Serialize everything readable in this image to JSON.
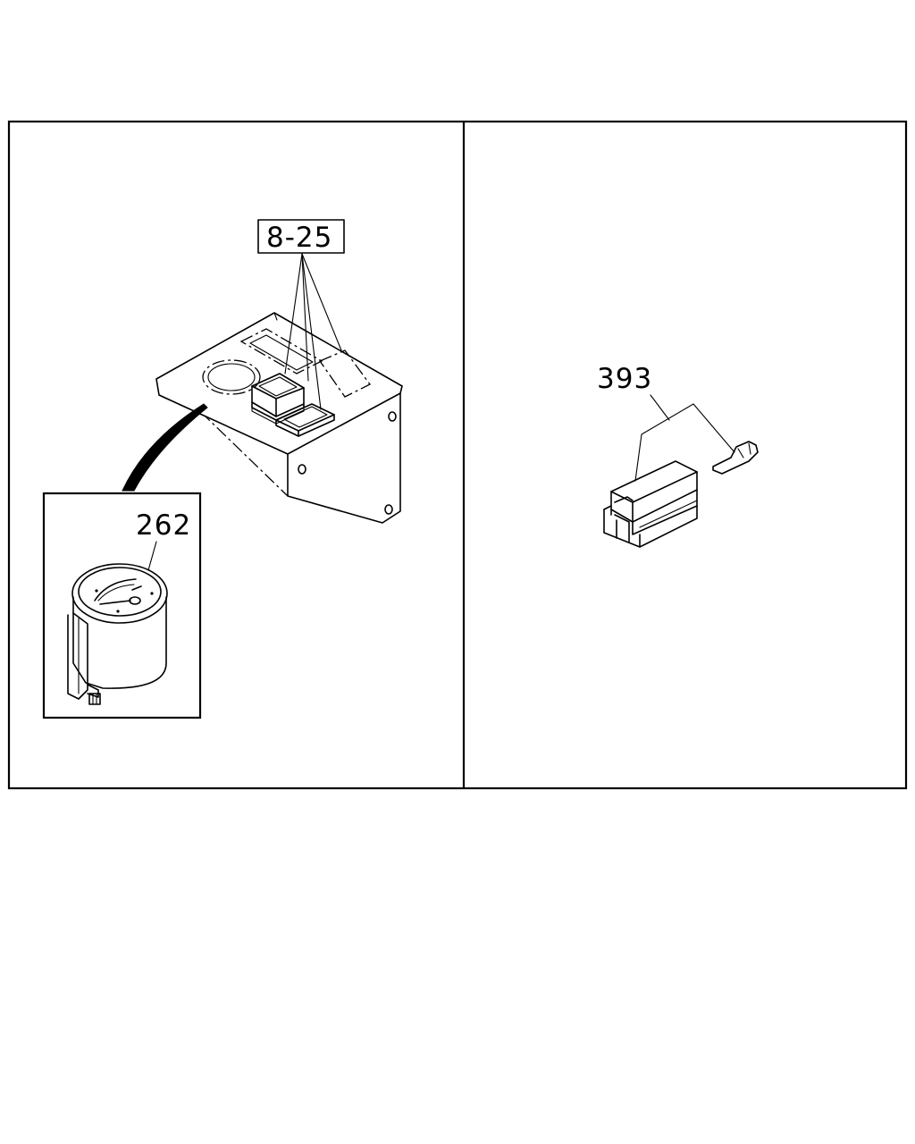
{
  "callouts": {
    "panel_ref": "8-25",
    "gauge": "262",
    "connector": "393"
  },
  "colors": {
    "line": "#000000",
    "background": "#ffffff"
  }
}
